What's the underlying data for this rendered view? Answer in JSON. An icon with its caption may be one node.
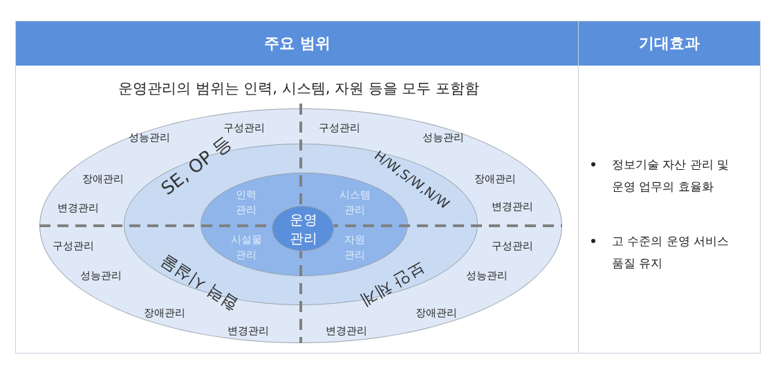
{
  "diagram": {
    "nodes": [
      {
        "text": [
          "구성관리",
          "성능관리",
          "장애관리",
          "변경관리",
          "구성관리",
          "성능관리",
          "장애관리",
          "변경관리",
          "구성관리",
          "성능관리",
          "장애관리",
          "변경관리",
          "구성관리",
          "성능관리",
          "장애관리",
          "변경관리"
        ]
      },
      {
        "text": [
          "SE, OP 등",
          "H/W,S/W,N/W",
          "협력 시설물",
          "보안 체계"
        ],
        "in": 0
      },
      {
        "text": [
          "인력 관리",
          "시스템 관리",
          "시설물 관리",
          "자원 관리"
        ],
        "in": 1
      },
      {
        "text": [
          "운영 관리"
        ],
        "in": 2
      }
    ],
    "labels": [
      "주요 범위",
      "기대효과",
      "운영관리의 범위는 인력, 시스템, 자원 등을 모두 포함함",
      "정보기술 자산 관리 및 운영 업무의 효율화",
      "고 수준의 운영 서비스 품질 유지"
    ]
  }
}
